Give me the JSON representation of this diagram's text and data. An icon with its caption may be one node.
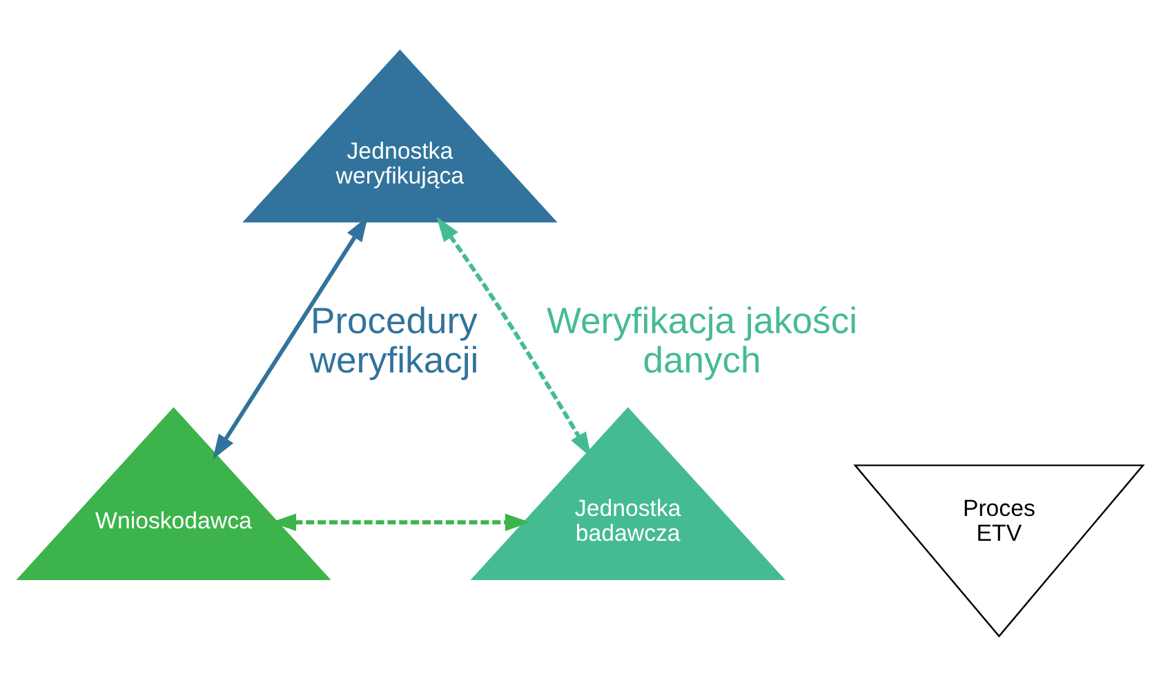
{
  "diagram": {
    "nodes": [
      {
        "text": [
          "Jednostka weryfikująca"
        ]
      },
      {
        "text": [
          "Proces ETV"
        ]
      },
      {
        "text": [
          "Wnioskodawca"
        ]
      },
      {
        "text": [
          "Jednostka badawcza"
        ]
      }
    ],
    "edges": [
      {
        "from": 0,
        "to": 2,
        "arrow": "both",
        "label": "Procedury weryfikacji",
        "color": "#31739c"
      },
      {
        "from": 0,
        "to": 3,
        "arrow": "both",
        "label": "Weryfikacja jakości danych",
        "style": "dashed",
        "color": "#45bb92"
      },
      {
        "from": 2,
        "to": 3,
        "arrow": "both",
        "style": "dashed",
        "color": "#3cb44b"
      }
    ]
  }
}
